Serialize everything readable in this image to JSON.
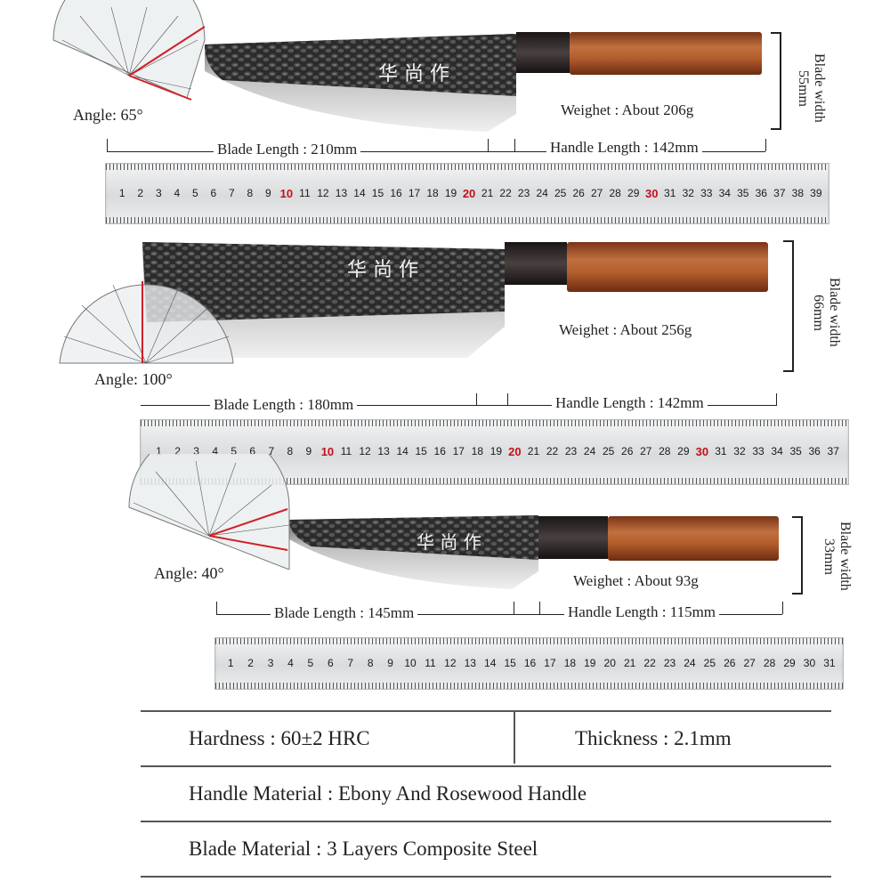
{
  "knives": [
    {
      "angle": "Angle: 65°",
      "blade_length": "Blade Length : 210mm",
      "handle_length": "Handle Length : 142mm",
      "weight": "Weighet : About 206g",
      "blade_width": "Blade width 55mm",
      "ruler_numbers": [
        "1",
        "2",
        "3",
        "4",
        "5",
        "6",
        "7",
        "8",
        "9",
        "10",
        "11",
        "12",
        "13",
        "14",
        "15",
        "16",
        "17",
        "18",
        "19",
        "20",
        "21",
        "22",
        "23",
        "24",
        "25",
        "26",
        "27",
        "28",
        "29",
        "30",
        "31",
        "32",
        "33",
        "34",
        "35",
        "36",
        "37",
        "38",
        "39"
      ],
      "ruler_red": [
        "10",
        "20",
        "30"
      ]
    },
    {
      "angle": "Angle: 100°",
      "blade_length": "Blade Length : 180mm",
      "handle_length": "Handle Length : 142mm",
      "weight": "Weighet : About 256g",
      "blade_width": "Blade width 66mm",
      "ruler_numbers": [
        "1",
        "2",
        "3",
        "4",
        "5",
        "6",
        "7",
        "8",
        "9",
        "10",
        "11",
        "12",
        "13",
        "14",
        "15",
        "16",
        "17",
        "18",
        "19",
        "20",
        "21",
        "22",
        "23",
        "24",
        "25",
        "26",
        "27",
        "28",
        "29",
        "30",
        "31",
        "32",
        "33",
        "34",
        "35",
        "36",
        "37"
      ],
      "ruler_red": [
        "10",
        "20",
        "30"
      ]
    },
    {
      "angle": "Angle: 40°",
      "blade_length": "Blade Length : 145mm",
      "handle_length": "Handle Length : 115mm",
      "weight": "Weighet : About 93g",
      "blade_width": "Blade width 33mm",
      "ruler_numbers": [
        "1",
        "2",
        "3",
        "4",
        "5",
        "6",
        "7",
        "8",
        "9",
        "10",
        "11",
        "12",
        "13",
        "14",
        "15",
        "16",
        "17",
        "18",
        "19",
        "20",
        "21",
        "22",
        "23",
        "24",
        "25",
        "26",
        "27",
        "28",
        "29",
        "30",
        "31"
      ],
      "ruler_red": []
    }
  ],
  "specs": {
    "hardness": "Hardness : 60±2 HRC",
    "thickness": "Thickness : 2.1mm",
    "handle_material": "Handle Material : Ebony And Rosewood Handle",
    "blade_material": "Blade Material : 3 Layers Composite Steel"
  },
  "blade_logo": "华尚作",
  "colors": {
    "ruler_red": "#c4101a",
    "rosewood": "#b5602e",
    "ebony": "#2a2424",
    "protractor_red": "#d0202a"
  },
  "icons": [
    "protractor-icon",
    "knife-image",
    "ruler-image"
  ]
}
